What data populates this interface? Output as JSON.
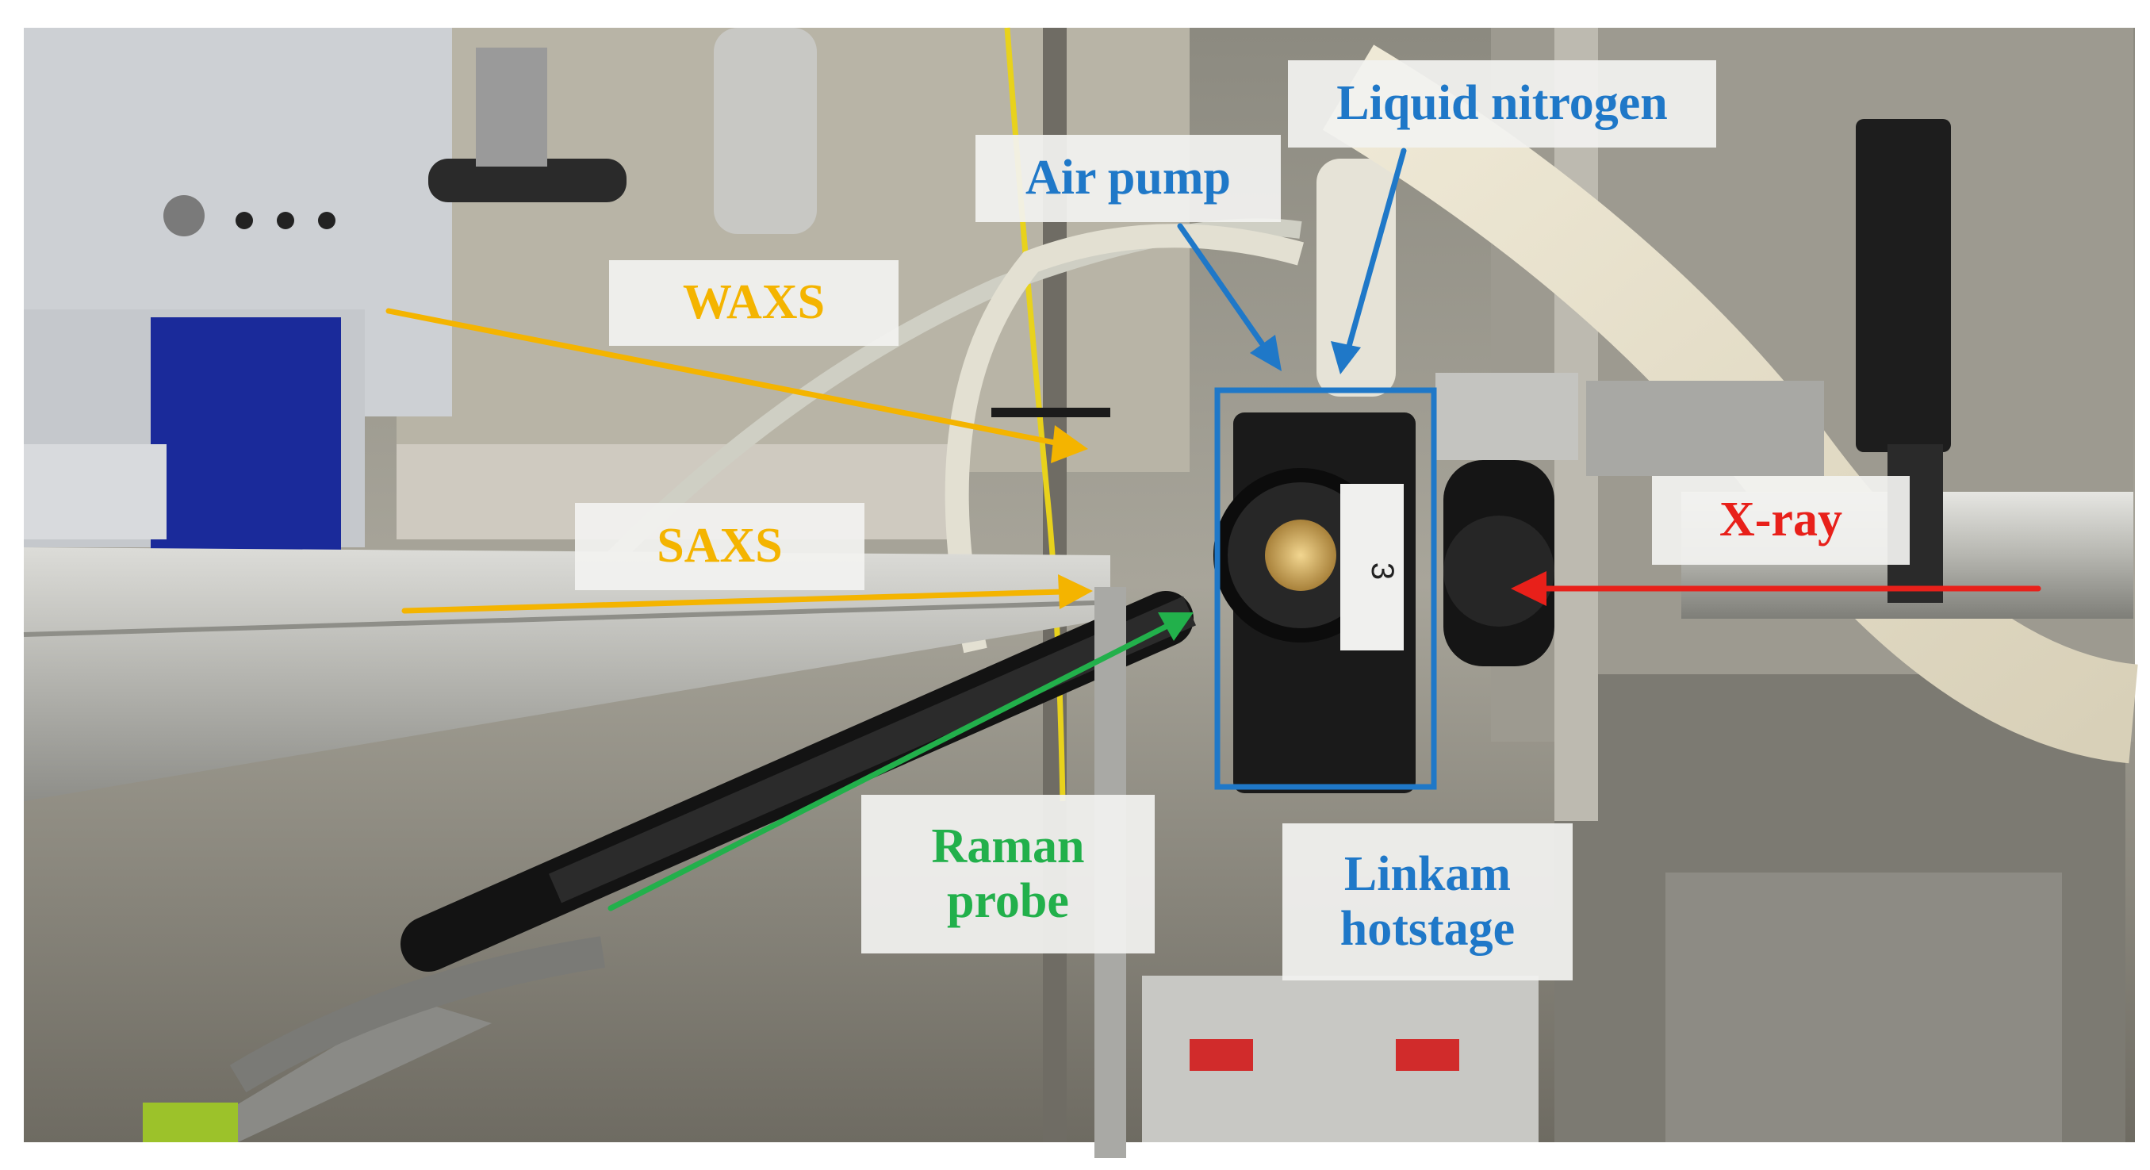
{
  "labels": {
    "waxs": "WAXS",
    "saxs": "SAXS",
    "air_pump": "Air pump",
    "liquid_nitrogen": "Liquid nitrogen",
    "xray": "X-ray",
    "raman_line1": "Raman",
    "raman_line2": "probe",
    "linkam_line1": "Linkam",
    "linkam_line2": "hotstage",
    "stage_number": "3"
  },
  "colors": {
    "waxs_saxs": "#f4b400",
    "air_pump_liquid_nitrogen": "#1f78c8",
    "xray": "#e8201a",
    "raman": "#22b04b",
    "hotstage_box": "#1f78c8"
  }
}
